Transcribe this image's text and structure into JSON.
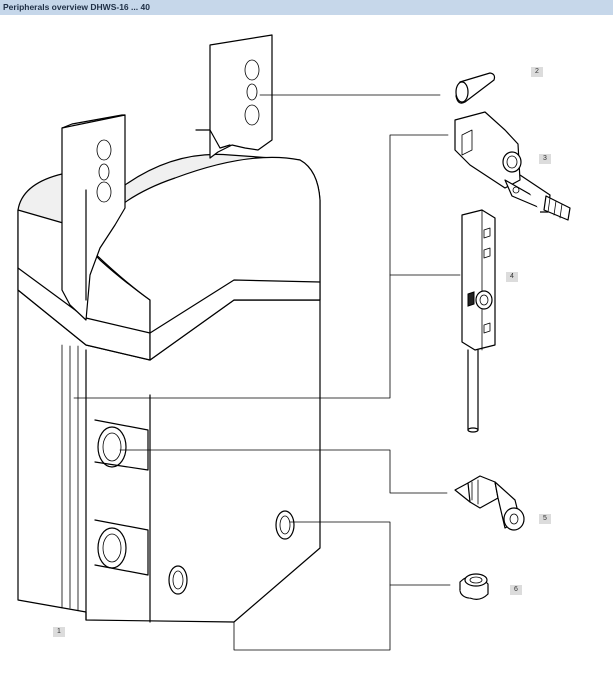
{
  "header": {
    "title": "Peripherals overview DHWS-16 ... 40",
    "background": "#c6d7ea"
  },
  "callouts": [
    {
      "id": "1",
      "label": "1"
    },
    {
      "id": "2",
      "label": "2"
    },
    {
      "id": "3",
      "label": "3"
    },
    {
      "id": "4",
      "label": "4"
    },
    {
      "id": "5",
      "label": "5"
    },
    {
      "id": "6",
      "label": "6"
    }
  ]
}
